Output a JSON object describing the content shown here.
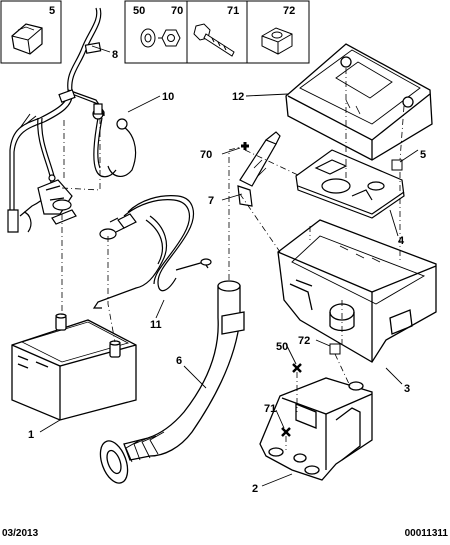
{
  "header_boxes": [
    "5",
    "50",
    "70",
    "71",
    "72"
  ],
  "callouts": {
    "c1": "1",
    "c2": "2",
    "c3": "3",
    "c4": "4",
    "c5": "5",
    "c6": "6",
    "c7": "7",
    "c8": "8",
    "c10": "10",
    "c11": "11",
    "c12": "12",
    "c50": "50",
    "c70": "70",
    "c71": "71",
    "c72": "72"
  },
  "footer": {
    "date": "03/2013",
    "ref": "00011311"
  }
}
